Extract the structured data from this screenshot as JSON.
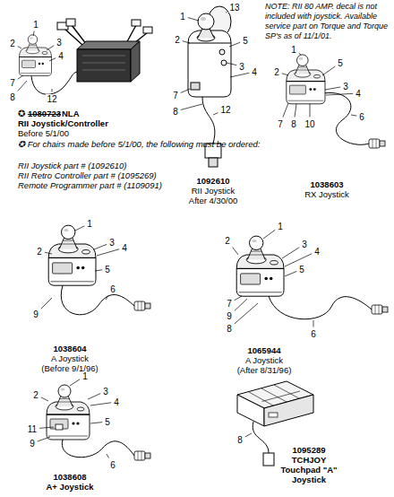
{
  "diagram": {
    "labels": [
      "2",
      "1",
      "3",
      "4",
      "7",
      "8",
      "12",
      "✪",
      "1080723",
      "NLA",
      "RII Joystick/Controller",
      "Before 5/1/00",
      "✪ For chairs made before 5/1/00, the following must be ordered:",
      "RII Joystick part # (1092610)",
      "RII Retro Controller part # (1095269)",
      "Remote Programmer part # (1109091)",
      "NOTE: RII 80 AMP. decal is not included with joystick. Available service part on Torque and Torque SP's as of 11/1/01.",
      "13",
      "1",
      "2",
      "5",
      "3",
      "4",
      "7",
      "12",
      "8",
      "1092610",
      "RII Joystick",
      "After 4/30/00",
      "1",
      "2",
      "5",
      "3",
      "4",
      "7",
      "8",
      "10",
      "6",
      "1038603",
      "RX Joystick",
      "1",
      "2",
      "3",
      "4",
      "5",
      "9",
      "6",
      "1038604",
      "A Joystick",
      "(Before 9/1/96)",
      "1",
      "2",
      "3",
      "4",
      "5",
      "7",
      "9",
      "8",
      "6",
      "1065944",
      "A Joystick",
      "(After 8/31/96)",
      "1",
      "2",
      "3",
      "4",
      "5",
      "11",
      "9",
      "6",
      "1038608",
      "A+ Joystick",
      "8",
      "1095289",
      "TCHJOY",
      "Touchpad \"A\"",
      "Joystick"
    ]
  }
}
